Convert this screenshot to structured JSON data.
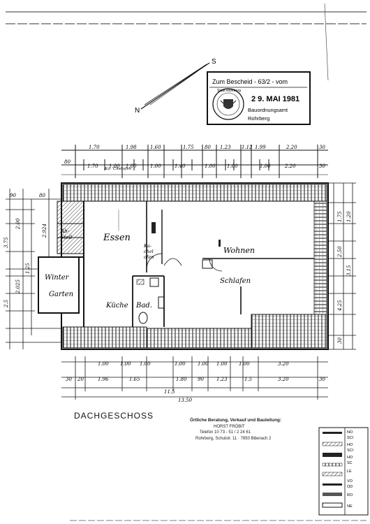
{
  "stamp": {
    "line1": "Zum Bescheid - 63/2 -   vom",
    "date": "2 9. MAI 1981",
    "office": "Bauordnungsamt",
    "town": "Rohrberg",
    "seal_text": "Stadt Rohrberg"
  },
  "north_arrow": {
    "north": "N",
    "south": "S"
  },
  "dims_top_row1": [
    "1.70",
    "1.98",
    "1.60",
    "1.75",
    "80",
    "1.23",
    "1.12",
    "1.99",
    "2.20",
    "30"
  ],
  "dims_top_row2": [
    "80",
    "1.70",
    "1.00",
    "1.00",
    "1.00",
    "1.40",
    "1.00",
    "1.00",
    "1.00",
    "2.20",
    "30"
  ],
  "dims_bottom_row1": [
    "1.00",
    "1.00",
    "1.00",
    "1.00",
    "1.00",
    "1.00",
    "1.00",
    "3.20"
  ],
  "dims_bottom_row2": [
    "30",
    "20",
    "1.96",
    "1.65",
    "1.80",
    "90",
    "1.23",
    "1.5",
    "3.20",
    "30"
  ],
  "dims_bottom_total": [
    "11.5",
    "13.50"
  ],
  "dims_left": [
    "2.00",
    "2.924",
    "3.75",
    "1.25",
    "2.025",
    "2.5",
    "90",
    "80"
  ],
  "dims_right": [
    "1.75",
    "1.20",
    "2.50",
    "3.15",
    "4.25",
    "30"
  ],
  "rooms": {
    "essen": "Essen",
    "wohnen": "Wohnen",
    "schlafen": "Schlafen",
    "kueche": "Küche",
    "bad": "Bad.",
    "wintergarten_1": "Winter",
    "wintergarten_2": "Garten",
    "abstell_1": "Ab-",
    "abstell_2": "Stell",
    "kachelofen_1": "Ka-",
    "kachelofen_2": "chel",
    "kachelofen_3": "ofen",
    "kachelofen_small_1": "Ka-",
    "kachelofen_small_2": "Chel",
    "kachelofen_small_3": "ofen"
  },
  "title": "DACHGESCHOSS",
  "info": {
    "line1": "Örtliche Beratung, Verkauf und Bauleitung:",
    "line2": "HORST FRÖBIT",
    "line3": "Telefon 10 73 - 51 / 2 24 61",
    "line4": "Rohrberg, Schulstr. 11 · 7950 Biberach 2"
  },
  "legend": [
    "NO",
    "SCI",
    "HO",
    "SCI",
    "HO",
    "SC",
    "LE",
    "VO",
    "OD",
    "RO",
    "NE"
  ]
}
